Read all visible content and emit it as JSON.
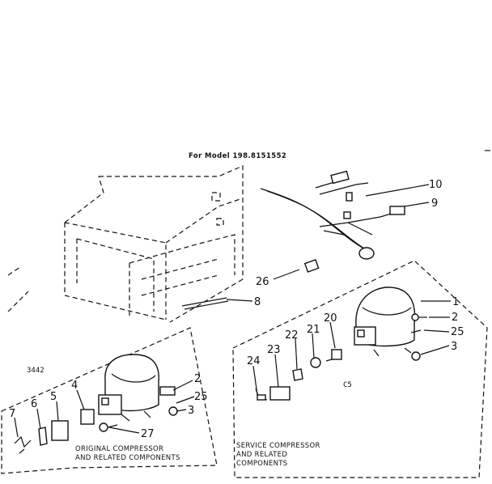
{
  "title": "For Model 198.8151552",
  "code": "3442",
  "stray_mark": "C5",
  "service_caption": [
    "SERVICE COMPRESSOR",
    "AND RELATED",
    "COMPONENTS"
  ],
  "original_caption": [
    "ORIGINAL COMPRESSOR",
    "AND RELATED COMPONENTS"
  ],
  "part_numbers": {
    "p1": "1",
    "p2_right": "2",
    "p25_right": "25",
    "p3_right": "3",
    "p8": "8",
    "p9": "9",
    "p10": "10",
    "p26": "26",
    "p20": "20",
    "p21": "21",
    "p22": "22",
    "p23": "23",
    "p24": "24",
    "p2_left": "2",
    "p25_left": "25",
    "p3_left": "3",
    "p4": "4",
    "p5": "5",
    "p6": "6",
    "p7": "7",
    "p27": "27"
  }
}
